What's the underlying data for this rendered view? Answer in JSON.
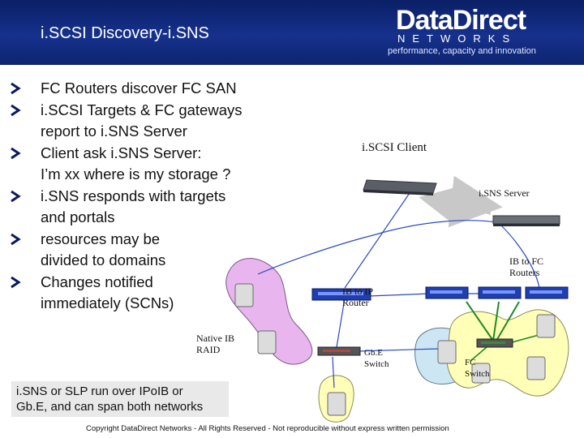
{
  "slide": {
    "title": "i.SCSI Discovery-i.SNS",
    "logo": {
      "main": "DataDirect",
      "sub": "NETWORKS",
      "tagline": "performance, capacity and innovation"
    },
    "bullets": [
      "FC Routers discover FC SAN",
      "i.SCSI Targets & FC gateways\nreport to i.SNS Server",
      "Client ask i.SNS Server:\nI’m xx where is my storage ?",
      "i.SNS responds with targets\nand portals",
      "resources may be\ndivided to domains",
      "Changes notified\nimmediately (SCNs)"
    ],
    "bullet_icon": "chevron-right-icon",
    "diagram": {
      "iscsi_client": "i.SCSI Client",
      "isns_server": "i.SNS Server",
      "ib_to_fc_routers": "IB to FC\nRouters",
      "ib_to_ip_router": "IB to IP\nRouter",
      "native_ib_raid": "Native IB\nRAID",
      "gbe_switch": "Gb.E\nSwitch",
      "fc_switch": "FC\nSwitch"
    },
    "note": "i.SNS or SLP run over IPoIB or\nGb.E, and can span both networks",
    "copyright": "Copyright DataDirect Networks - All Rights Reserved - Not reproducible without express written permission",
    "colors": {
      "header": "#16318c",
      "magenta_region": "#e8b5ee",
      "yellow_region": "#ffffb8",
      "blue_region": "#cde6f4",
      "arrow": "#c8c8c8",
      "link_blue": "#2a49c0",
      "link_green": "#1c8a22"
    }
  }
}
